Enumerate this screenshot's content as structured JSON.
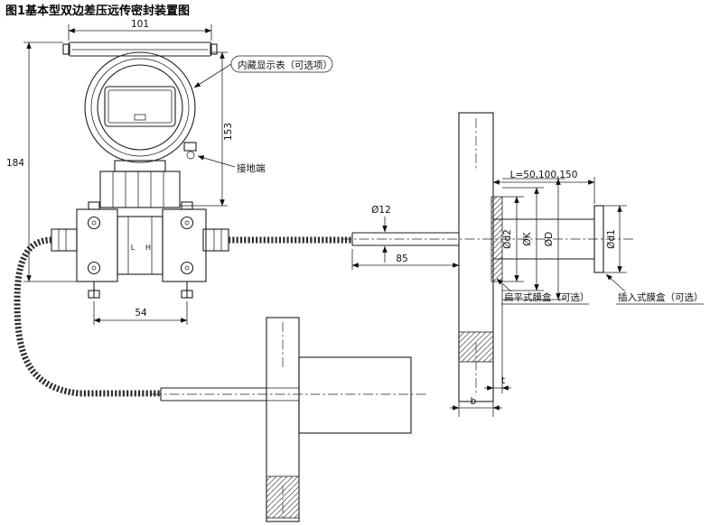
{
  "title": "图1基本型双边差压远传密封装置图",
  "transmitter": {
    "display_label": "内藏显示表（可选项）",
    "ground_label": "接地端",
    "port_low": "L",
    "port_high": "H"
  },
  "dimensions": {
    "top_width": "101",
    "left_height": "184",
    "right_height": "153",
    "flange_width": "54",
    "capillary_diameter": "Ø12",
    "tube_length": "85",
    "insert_length": "L=50,100,150",
    "d2": "Ød2",
    "k": "ØK",
    "D": "ØD",
    "d1": "Ød1",
    "thickness_t": "t",
    "thickness_b": "b"
  },
  "seals": {
    "flat_label": "扁平式膜盒（可选）",
    "insert_label": "插入式膜盒（可选）"
  },
  "colors": {
    "line": "#1a1a1a",
    "background": "#ffffff"
  }
}
